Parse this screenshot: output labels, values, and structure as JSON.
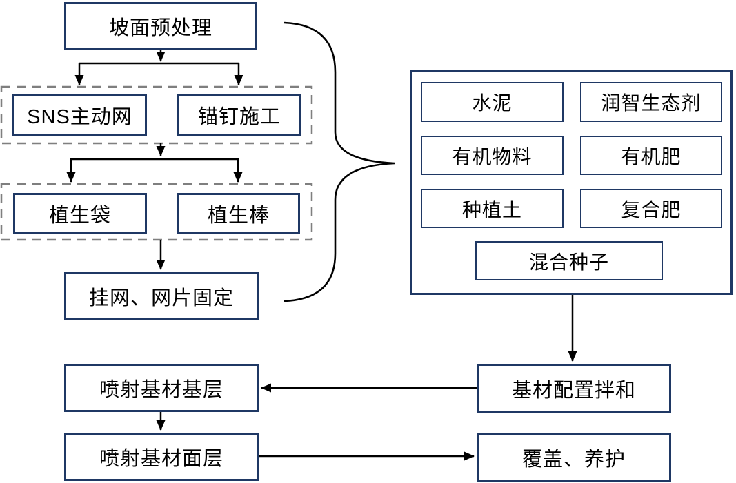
{
  "diagram": {
    "type": "flowchart",
    "language": "zh-CN",
    "colors": {
      "box_border": "#1F3864",
      "dashed_group_border": "#7F7F7F",
      "connector": "#000000",
      "text": "#000000",
      "background": "#FFFFFF"
    },
    "nodes": {
      "slope_pretreatment": "坡面预处理",
      "sns_active_net": "SNS主动网",
      "anchor_bolt_construction": "锚钉施工",
      "vegetation_bag": "植生袋",
      "vegetation_rod": "植生棒",
      "net_hanging_fixing": "挂网、网片固定",
      "cement": "水泥",
      "runzhi_eco_agent": "润智生态剂",
      "organic_material": "有机物料",
      "organic_fertilizer": "有机肥",
      "planting_soil": "种植土",
      "compound_fertilizer": "复合肥",
      "mixed_seeds": "混合种子",
      "substrate_mixing": "基材配置拌和",
      "spray_substrate_base_layer": "喷射基材基层",
      "spray_substrate_surface_layer": "喷射基材面层",
      "cover_curing": "覆盖、养护"
    },
    "edges": [
      {
        "from": "slope_pretreatment",
        "to": "sns_active_net"
      },
      {
        "from": "slope_pretreatment",
        "to": "anchor_bolt_construction"
      },
      {
        "from": "group_protection_net",
        "to": "vegetation_bag"
      },
      {
        "from": "group_protection_net",
        "to": "vegetation_rod"
      },
      {
        "from": "group_vegetation",
        "to": "net_hanging_fixing"
      },
      {
        "from": "materials_group",
        "to": "substrate_mixing"
      },
      {
        "from": "substrate_mixing",
        "to": "spray_substrate_base_layer"
      },
      {
        "from": "spray_substrate_base_layer",
        "to": "spray_substrate_surface_layer"
      },
      {
        "from": "spray_substrate_surface_layer",
        "to": "cover_curing"
      },
      {
        "from": "left_process_brace",
        "to": "materials_group",
        "style": "curly-brace"
      }
    ]
  }
}
